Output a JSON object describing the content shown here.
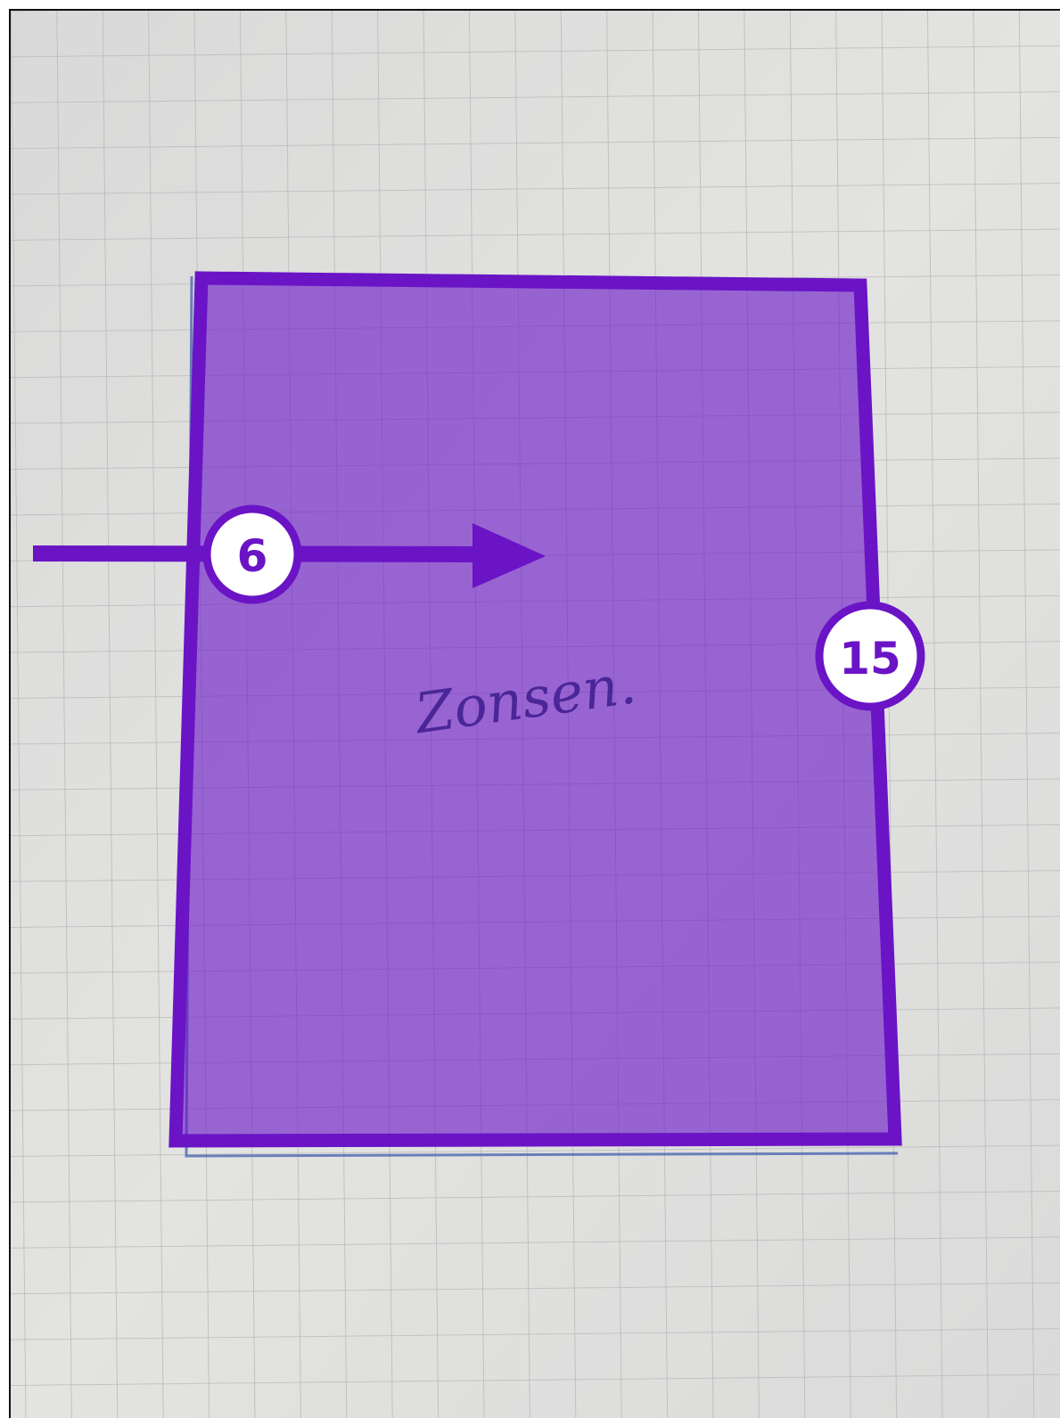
{
  "photo": {
    "subject": "graph-paper",
    "handwriting": "Zonsen."
  },
  "annotations": {
    "fill_color": "#6a17c8",
    "fill_opacity": 0.62,
    "stroke_color": "#6a14c6",
    "badge_fill": "#ffffff",
    "markers": [
      {
        "id": "6",
        "label": "6",
        "kind": "arrow-badge"
      },
      {
        "id": "15",
        "label": "15",
        "kind": "edge-badge"
      }
    ]
  }
}
